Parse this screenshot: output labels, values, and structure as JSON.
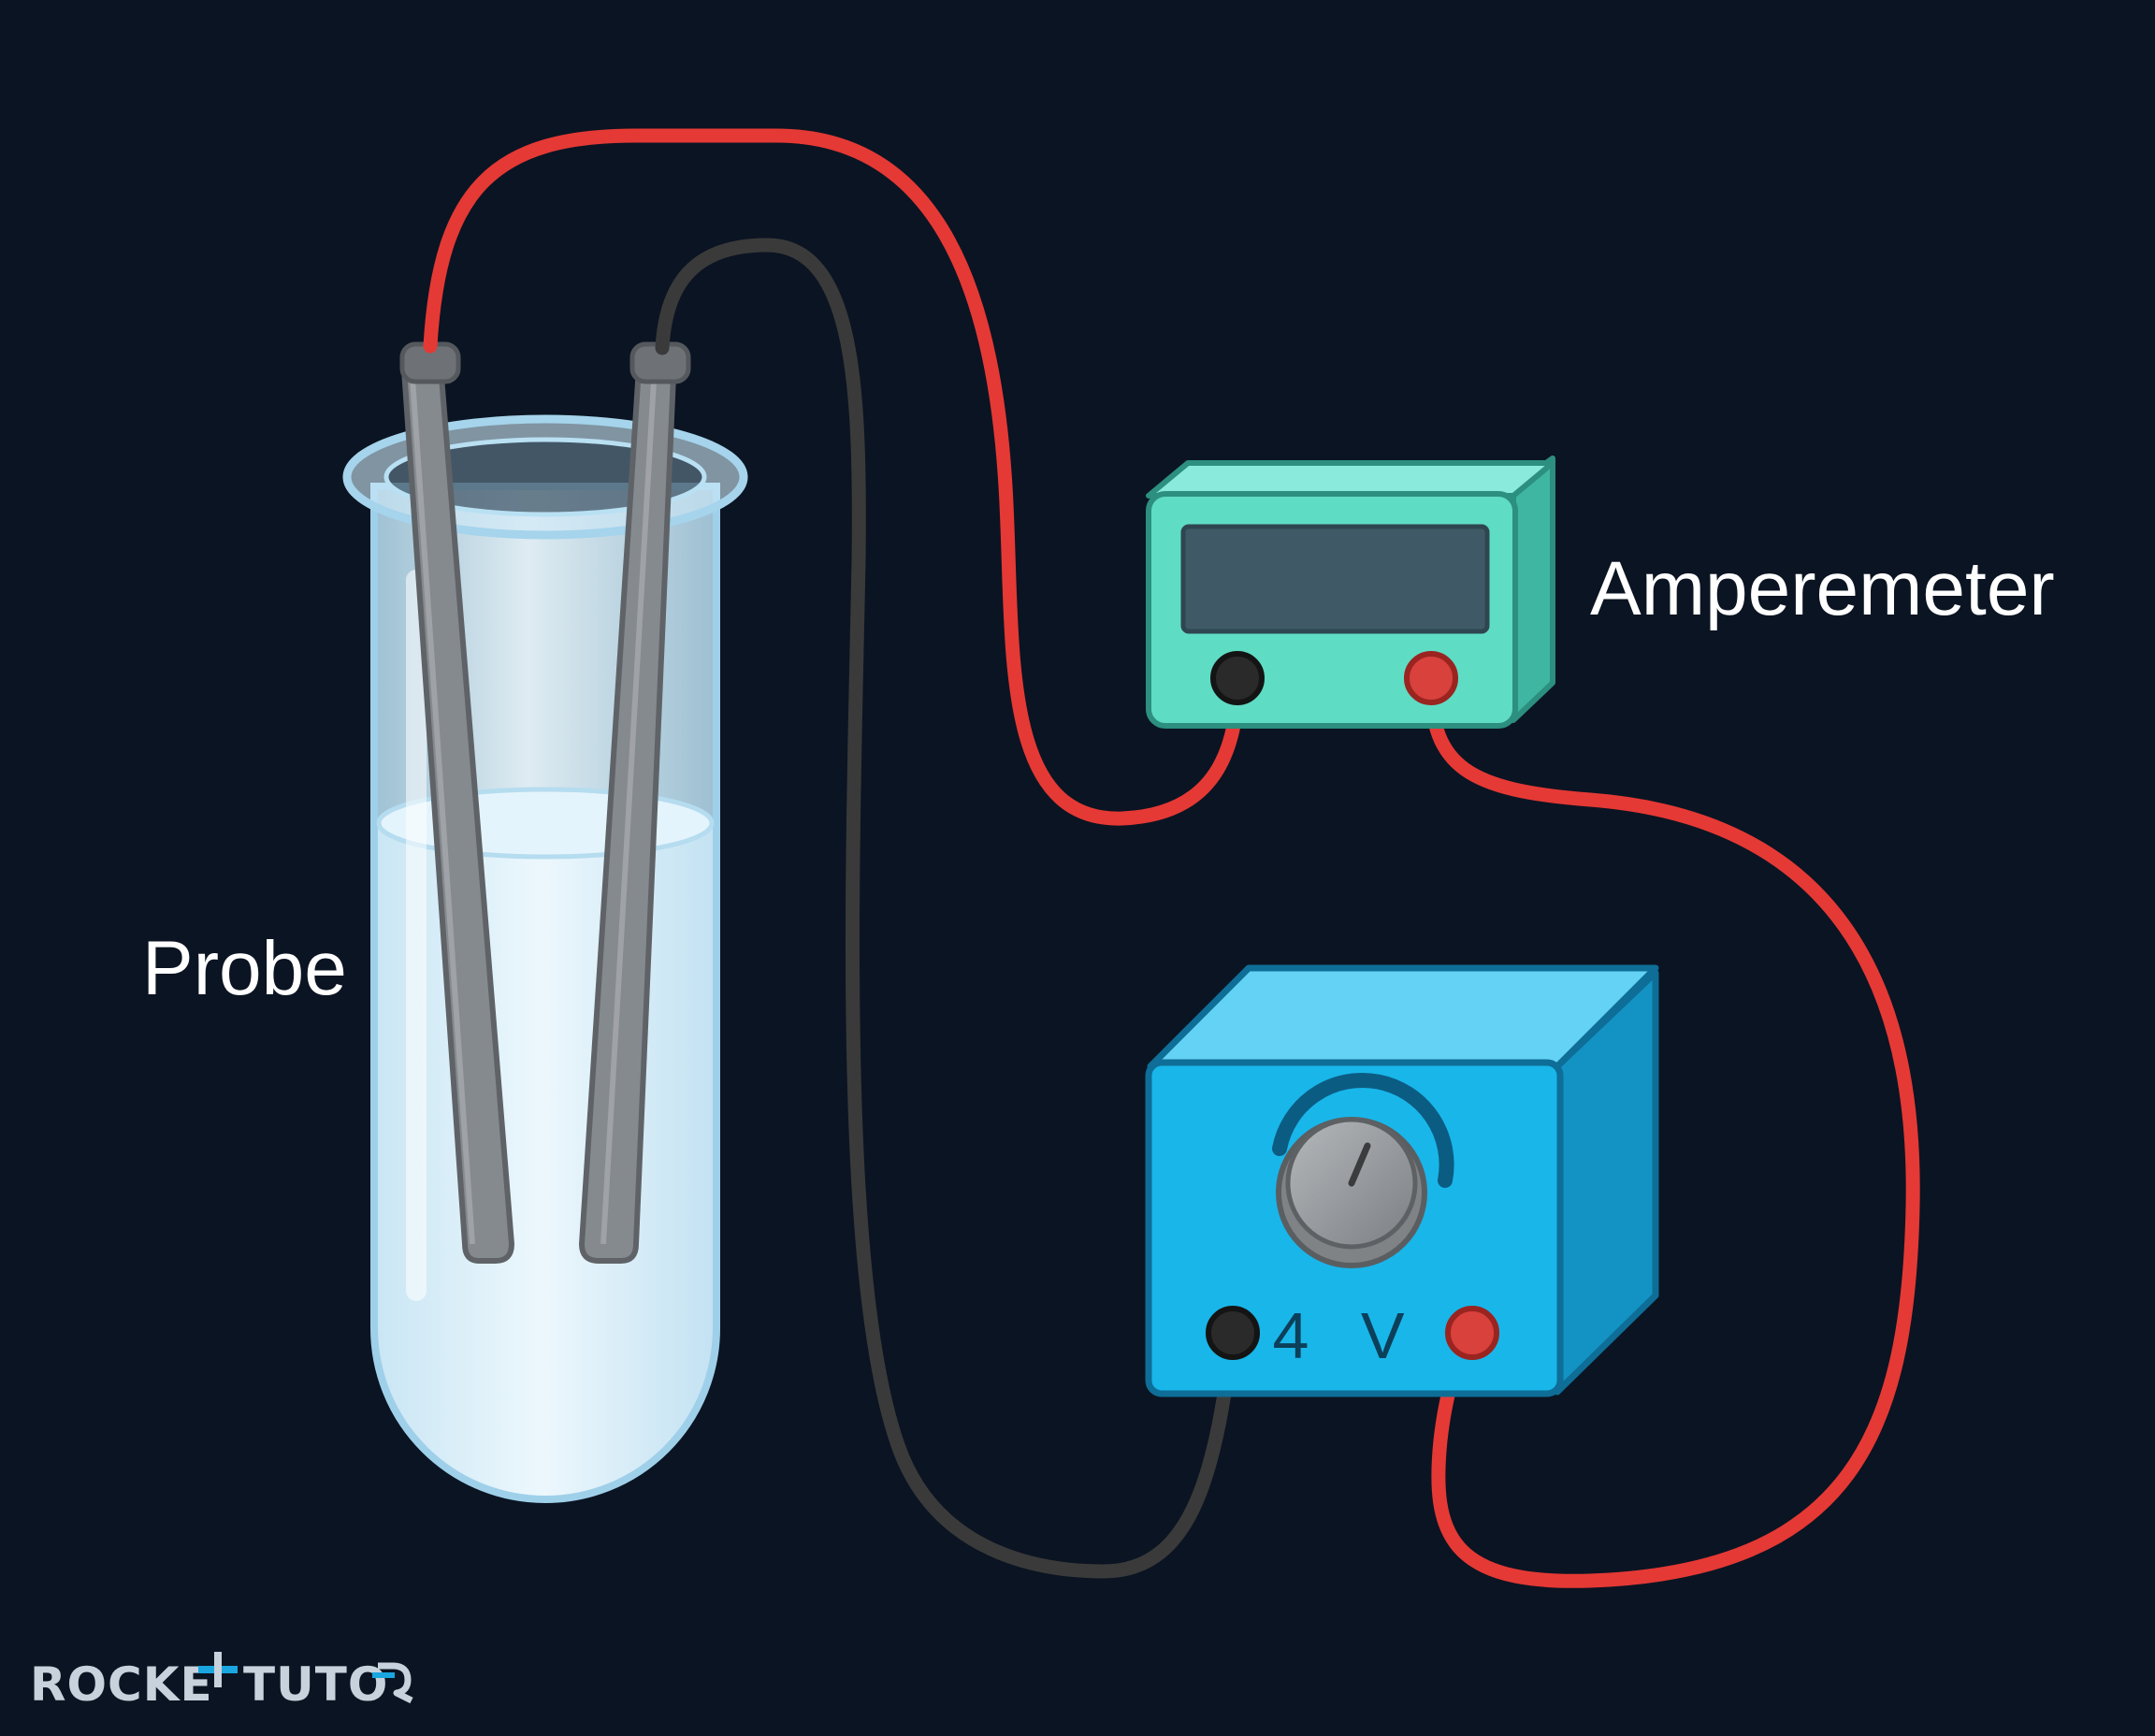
{
  "labels": {
    "probe": "Probe",
    "ammeter": "Amperemeter",
    "voltage": "4 V"
  },
  "logo": {
    "part1": "ROCKE",
    "part2": "TUTO"
  },
  "colors": {
    "background": "#0b1422",
    "red_wire": "#e53935",
    "black_wire": "#3a3a3a",
    "ammeter_body": "#5fdcc4",
    "power_supply_body": "#19b6ea",
    "tube_glass": "#d8f0fb",
    "electrode": "#808488",
    "logo": "#c7d2dc"
  },
  "icons": {
    "ammeter": "ammeter-icon",
    "power_supply": "power-supply-icon",
    "test_tube": "test-tube-icon",
    "knob": "knob-icon"
  }
}
